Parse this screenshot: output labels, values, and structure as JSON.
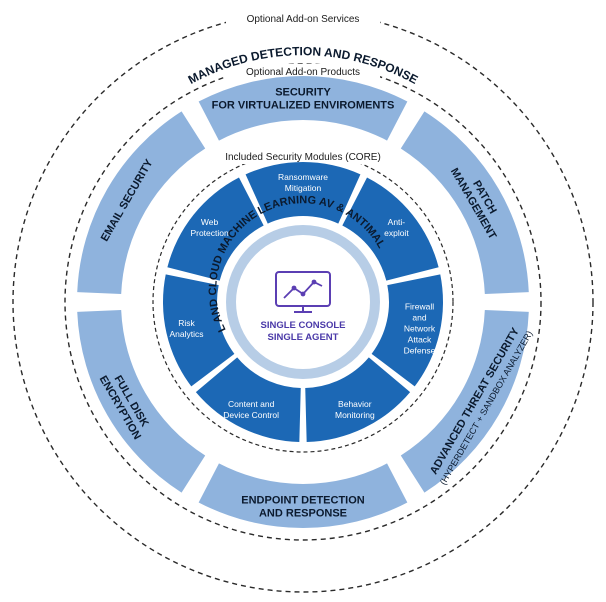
{
  "colors": {
    "outer_ring": "#8fb3dd",
    "core_segment": "#1c68b5",
    "center_ring": "#b7cde6",
    "dark_text": "#0b1a2e",
    "line": "#2a2a2a",
    "icon": "#5b3fb3"
  },
  "labels": {
    "optional_services": "Optional Add-on Services",
    "managed_detection": "MANAGED DETECTION AND RESPONSE",
    "optional_products": "Optional Add-on Products",
    "included_modules": "Included Security Modules (CORE)",
    "core_arc": "LOCAL AND CLOUD MACHINE LEARNING AV & ANTIMALWARE",
    "center_line1": "SINGLE CONSOLE",
    "center_line2": "SINGLE AGENT"
  },
  "outer_products": [
    {
      "lines": [
        "SECURITY",
        "FOR VIRTUALIZED ENVIROMENTS"
      ]
    },
    {
      "lines": [
        "PATCH",
        "MANAGEMENT"
      ]
    },
    {
      "lines": [
        "ADVANCED THREAT SECURITY",
        "(HYPERDETECT + SANDBOX ANALYZER)"
      ]
    },
    {
      "lines": [
        "ENDPOINT DETECTION",
        "AND RESPONSE"
      ]
    },
    {
      "lines": [
        "FULL DISK",
        "ENCRYPTION"
      ]
    },
    {
      "lines": [
        "EMAIL SECURITY"
      ]
    }
  ],
  "core_modules": [
    {
      "lines": [
        "Ransomware",
        "Mitigation"
      ]
    },
    {
      "lines": [
        "Anti-",
        "exploit"
      ]
    },
    {
      "lines": [
        "Firewall",
        "and",
        "Network",
        "Attack",
        "Defense"
      ]
    },
    {
      "lines": [
        "Behavior",
        "Monitoring"
      ]
    },
    {
      "lines": [
        "Content and",
        "Device Control"
      ]
    },
    {
      "lines": [
        "Risk",
        "Analytics"
      ]
    },
    {
      "lines": [
        "Web",
        "Protection"
      ]
    }
  ]
}
